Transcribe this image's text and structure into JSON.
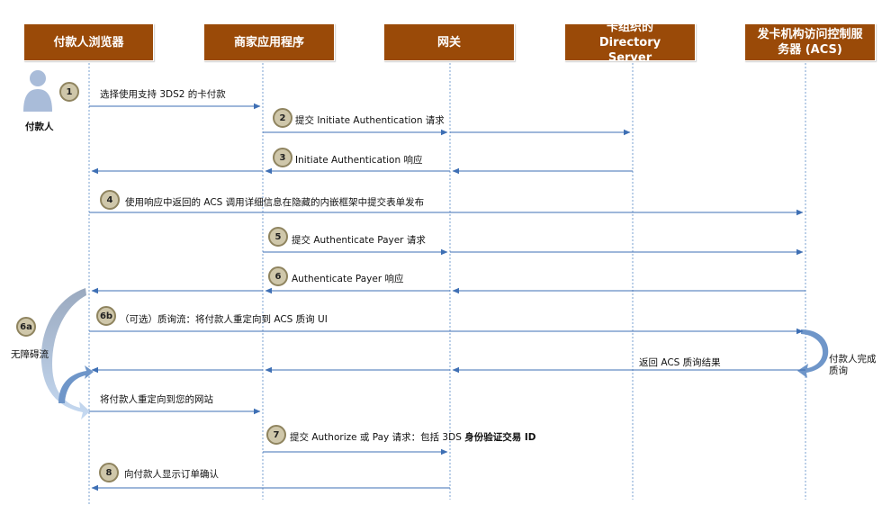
{
  "colors": {
    "header_bg": "#9a4a08",
    "header_text": "#ffffff",
    "arrow": "#3e6fb4",
    "lifeline": "#7aa0d2",
    "badge_fill": "#cfc7aa",
    "badge_border": "#8f845f",
    "side_arrow": "#9cb4d8"
  },
  "participants": [
    {
      "label": "付款人浏览器"
    },
    {
      "label": "商家应用程序"
    },
    {
      "label": "网关"
    },
    {
      "label": "卡组织的 Directory Server"
    },
    {
      "label": "发卡机构访问控制服务器 (ACS)"
    }
  ],
  "actor": {
    "label": "付款人",
    "icon": "person-icon"
  },
  "steps": [
    {
      "badge": "1",
      "text": "选择使用支持 3DS2 的卡付款"
    },
    {
      "badge": "2",
      "text": "提交 Initiate Authentication 请求"
    },
    {
      "badge": "3",
      "text": "Initiate Authentication 响应"
    },
    {
      "badge": "4",
      "text": "使用响应中返回的 ACS 调用详细信息在隐藏的内嵌框架中提交表单发布"
    },
    {
      "badge": "5",
      "text": "提交 Authenticate Payer 请求"
    },
    {
      "badge": "6",
      "text": "Authenticate Payer 响应"
    },
    {
      "badge": "6b",
      "text": "（可选）质询流：将付款人重定向到 ACS 质询 UI"
    },
    {
      "badge": "",
      "text": "返回 ACS 质询结果"
    },
    {
      "badge": "",
      "text": "将付款人重定向到您的网站"
    },
    {
      "badge": "7",
      "text": "提交 Authorize 或 Pay 请求：包括 3DS ",
      "bold": "身份验证交易 ID"
    },
    {
      "badge": "8",
      "text": "向付款人显示订单确认"
    }
  ],
  "side_notes": {
    "frictionless_badge": "6a",
    "frictionless": "无障碍流",
    "payer_done": "付款人完成质询"
  }
}
